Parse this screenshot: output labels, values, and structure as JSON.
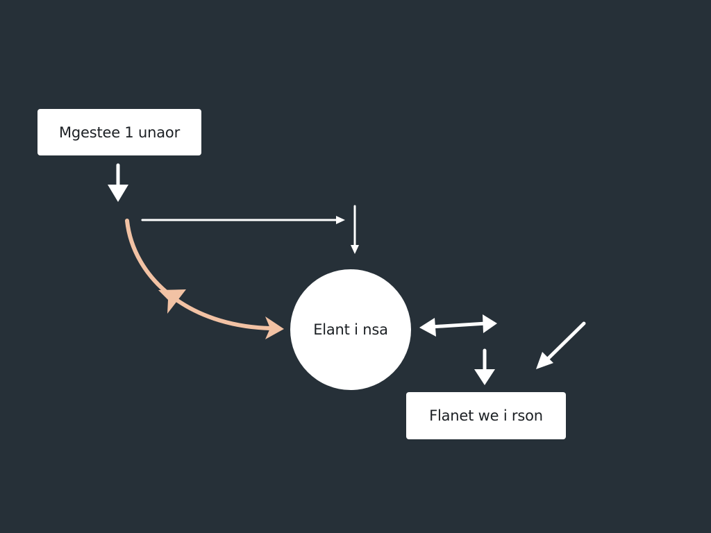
{
  "diagram": {
    "nodes": {
      "top_box": "Mgestee 1 unaor",
      "center_circle": "Elant i nsa",
      "bottom_box": "Flanet we i rson"
    },
    "colors": {
      "background": "#263038",
      "node_fill": "#ffffff",
      "node_text": "#1b1f23",
      "arrow_primary": "#ffffff",
      "arrow_accent": "#f2c2a4"
    }
  }
}
